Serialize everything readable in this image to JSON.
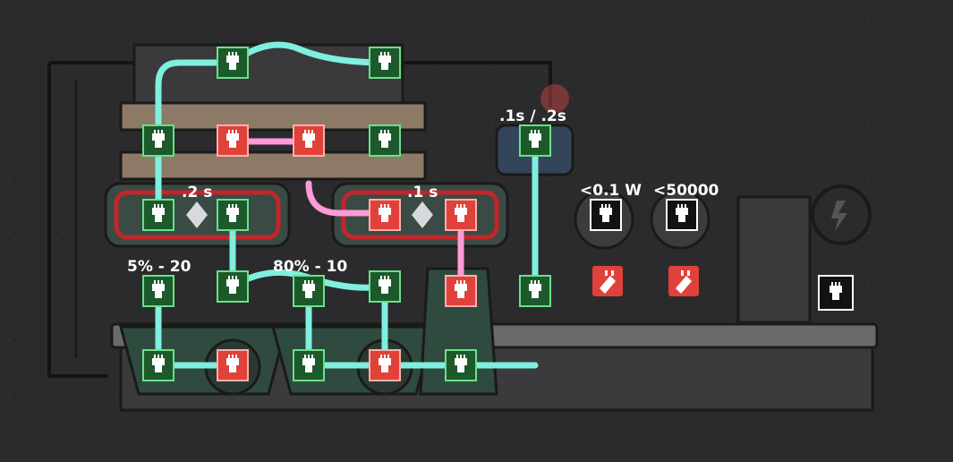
{
  "labels": {
    "sensor_timer": ".1s / .2s",
    "filter_left": ".2 s",
    "filter_right": ".1 s",
    "threshold_left": "5% - 20",
    "threshold_right": "80% - 10",
    "power_sensor": "<0.1 W",
    "count_sensor": "<50000"
  },
  "ports": [
    {
      "id": "p1",
      "state": "green"
    },
    {
      "id": "p2",
      "state": "green"
    },
    {
      "id": "p3",
      "state": "green"
    },
    {
      "id": "p4",
      "state": "red"
    },
    {
      "id": "p5",
      "state": "red"
    },
    {
      "id": "p6",
      "state": "green"
    },
    {
      "id": "p7",
      "state": "green"
    },
    {
      "id": "p8",
      "state": "green"
    },
    {
      "id": "p9",
      "state": "red"
    },
    {
      "id": "p10",
      "state": "red"
    },
    {
      "id": "p11",
      "state": "green"
    },
    {
      "id": "p12",
      "state": "green"
    },
    {
      "id": "p13",
      "state": "green"
    },
    {
      "id": "p14",
      "state": "green"
    },
    {
      "id": "p15",
      "state": "red"
    },
    {
      "id": "p16",
      "state": "green"
    },
    {
      "id": "p17",
      "state": "green"
    },
    {
      "id": "p18",
      "state": "green"
    },
    {
      "id": "p19",
      "state": "red"
    },
    {
      "id": "p20",
      "state": "green"
    },
    {
      "id": "p21",
      "state": "red"
    },
    {
      "id": "p22",
      "state": "green"
    },
    {
      "id": "p23",
      "state": "white"
    },
    {
      "id": "p24",
      "state": "white"
    },
    {
      "id": "p25",
      "state": "white"
    }
  ],
  "colors": {
    "wire_active": "#7ff0e0",
    "wire_inactive": "#ff9ad8",
    "signal_green": "#1c5a2c",
    "signal_red": "#e0413a",
    "background": "#2b2b2d"
  }
}
